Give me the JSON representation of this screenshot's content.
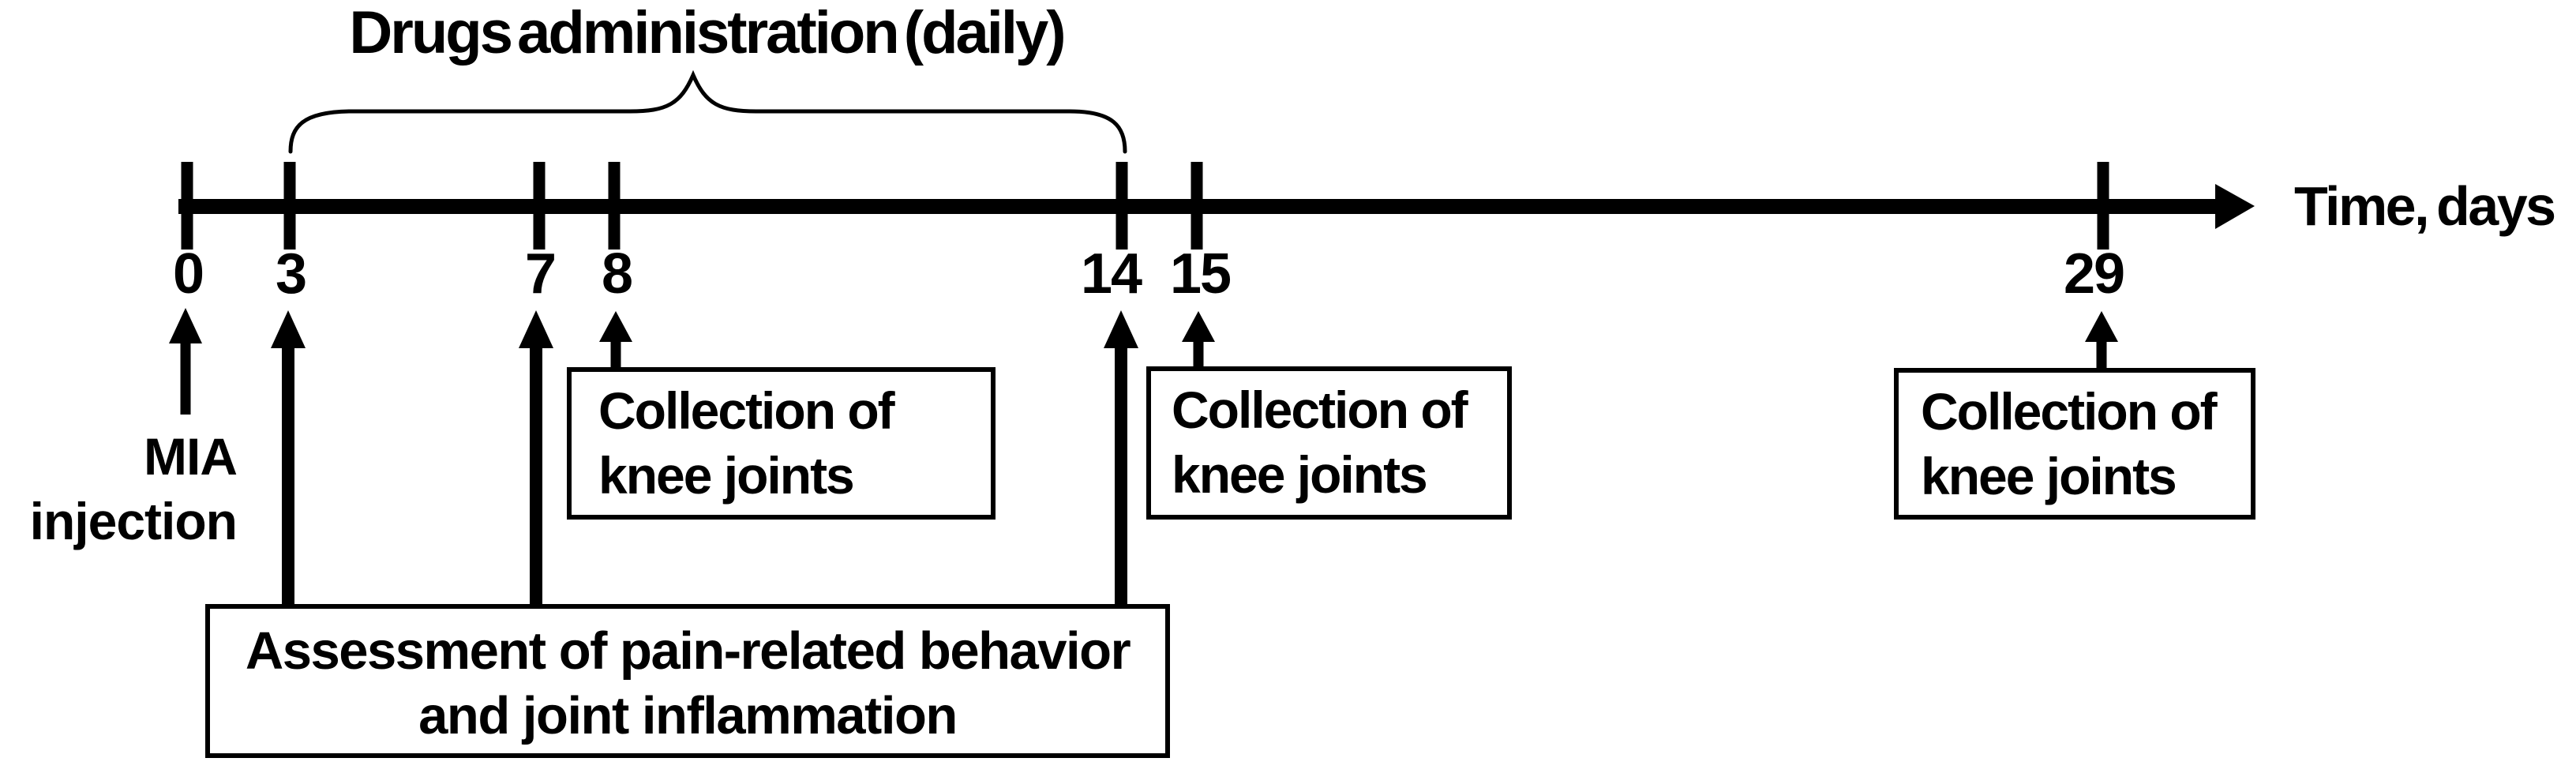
{
  "figure": {
    "brace_label": "Drugs administration (daily)",
    "timeline": {
      "axis_label": "Time, days",
      "tick_labels": [
        "0",
        "3",
        "7",
        "8",
        "14",
        "15",
        "29"
      ]
    },
    "events": {
      "mia_injection": {
        "line1": "MIA",
        "line2": "injection"
      },
      "collections": [
        {
          "line1": "Collection of",
          "line2": "knee joints"
        },
        {
          "line1": "Collection of",
          "line2": "knee joints"
        },
        {
          "line1": "Collection of",
          "line2": "knee joints"
        }
      ],
      "assessment": {
        "line1": "Assessment of pain-related behavior",
        "line2": "and joint inflammation"
      }
    },
    "colors": {
      "ink": "#000000",
      "background": "#ffffff"
    }
  }
}
